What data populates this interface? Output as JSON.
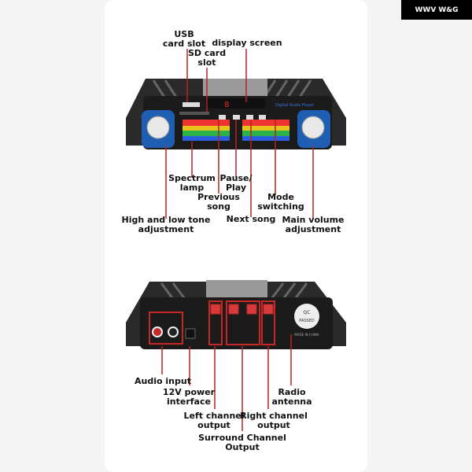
{
  "brand": {
    "logo_mark": "WWV",
    "name": "W&G"
  },
  "front": {
    "usb": "USB\ncard slot",
    "sd": "SD card\nslot",
    "display": "display screen",
    "spectrum": "Spectrum\nlamp",
    "pause": "Pause/\nPlay",
    "previous": "Previous\nsong",
    "mode": "Mode\nswitching",
    "tone": "High and low tone\nadjustment",
    "next": "Next song",
    "volume": "Main volume\nadjustment",
    "panel_text": "Digital Audio Player"
  },
  "rear": {
    "audio": "Audio input",
    "power": "12V power\ninterface",
    "antenna": "Radio\nantenna",
    "left": "Left channel\noutput",
    "right": "Right channel\noutput",
    "surround": "Surround Channel\nOutput",
    "qc": "QC",
    "passed": "PASSED",
    "made": "MADE IN CHINA"
  },
  "colors": {
    "line": "#b3261e",
    "accent": "#1e5fb4"
  }
}
